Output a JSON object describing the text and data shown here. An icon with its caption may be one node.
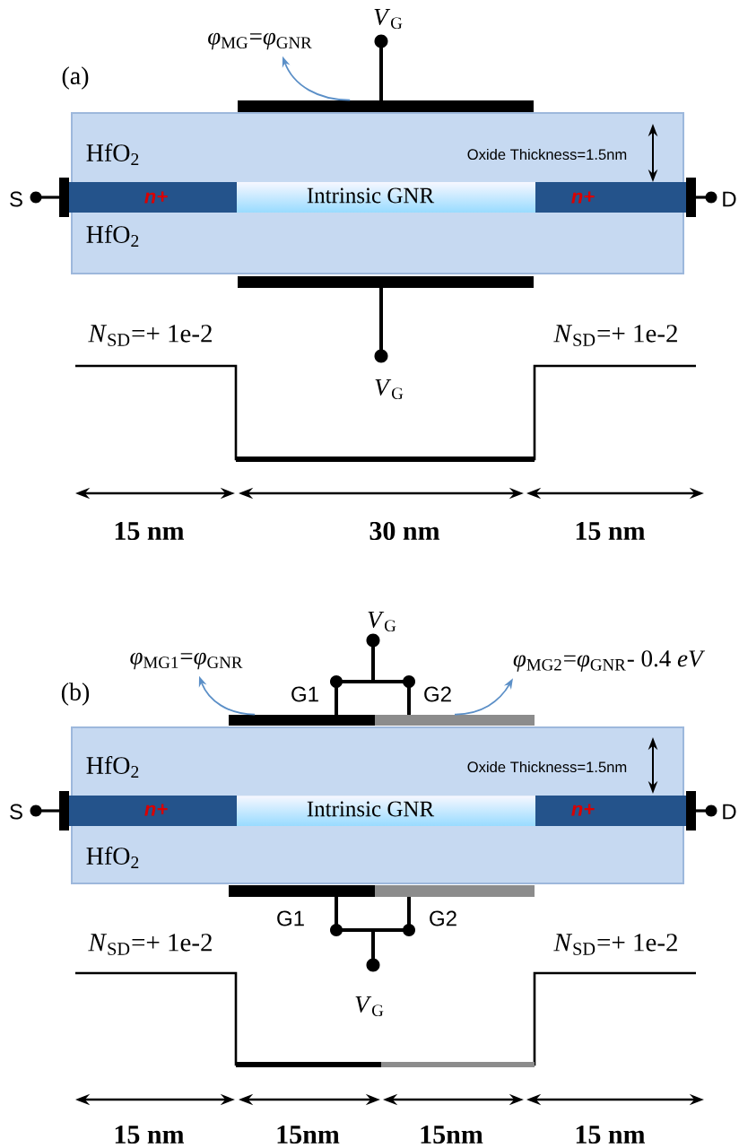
{
  "diagram": {
    "nodes": [
      {
        "text": [
          "*φ*$_{MG}$=*φ*$_{GNR}$"
        ]
      },
      {
        "text": [],
        "shape": "bar"
      },
      {
        "text": [],
        "shape": "bar"
      },
      {
        "text": [
          "*φ*$_{MG1}$=*φ*$_{GNR}$"
        ]
      },
      {
        "text": [
          "*φ*$_{MG2}$=*φ*$_{GNR}$- 0.4 *eV*"
        ]
      },
      {
        "text": [],
        "shape": "bar"
      },
      {
        "text": [],
        "shape": "bar"
      },
      {
        "text": [],
        "shape": "bar"
      },
      {
        "text": [],
        "shape": "bar"
      }
    ],
    "edges": [
      {
        "from": 1,
        "to": 0,
        "arrow": "to"
      },
      {
        "from": 5,
        "to": 3,
        "arrow": "to"
      },
      {
        "from": 6,
        "to": 4,
        "arrow": "to"
      }
    ],
    "labels": [
      "*V*$_{G}$",
      "(a)",
      "HfO$_{2}$",
      "Oxide Thickness=1.5nm",
      "S",
      "n+",
      "Intrinsic GNR",
      "n+",
      "D",
      "HfO$_{2}$",
      "*N*$_{SD}$=+ 1e-2",
      "*V*$_{G}$",
      "*N*$_{SD}$=+ 1e-2",
      "15 nm",
      "30 nm",
      "15 nm",
      "*V*$_{G}$",
      "(b)",
      "G1",
      "G2",
      "HfO$_{2}$",
      "Oxide Thickness=1.5nm",
      "S",
      "n+",
      "Intrinsic GNR",
      "n+",
      "D",
      "HfO$_{2}$",
      "G1",
      "G2",
      "*N*$_{SD}$=+ 1e-2",
      "*N*$_{SD}$=+ 1e-2",
      "*V*$_{G}$",
      "15 nm",
      "15nm",
      "15nm",
      "15 nm"
    ]
  }
}
